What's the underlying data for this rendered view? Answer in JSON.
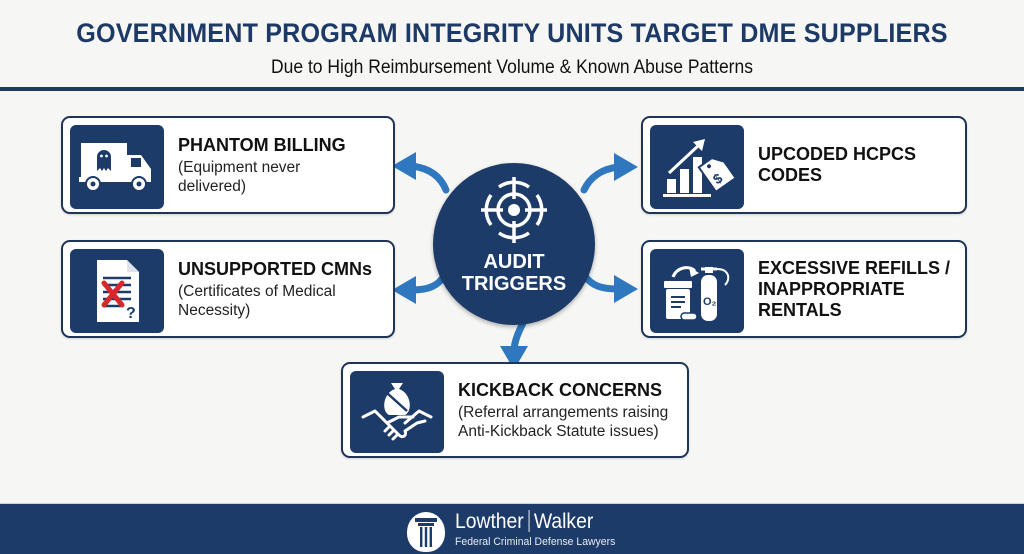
{
  "header": {
    "title": "GOVERNMENT PROGRAM INTEGRITY UNITS TARGET DME SUPPLIERS",
    "subtitle": "Due to High Reimbursement Volume & Known Abuse Patterns"
  },
  "colors": {
    "navy": "#1c3b68",
    "title_navy": "#1d3a66",
    "arrow_blue": "#2f78c0",
    "background": "#f6f6f4"
  },
  "hub": {
    "icon": "target-crosshair-icon",
    "line1": "AUDIT",
    "line2": "TRIGGERS"
  },
  "cards": [
    {
      "id": "phantom-billing",
      "icon": "ghost-delivery-truck-icon",
      "title": "PHANTOM BILLING",
      "desc1": "(Equipment never",
      "desc2": "delivered)"
    },
    {
      "id": "unsupported-cmns",
      "icon": "rejected-document-icon",
      "title": "UNSUPPORTED CMNs",
      "desc1": "(Certificates of Medical",
      "desc2": "Necessity)"
    },
    {
      "id": "upcoded-hcpcs",
      "icon": "rising-chart-price-tag-icon",
      "title1": "UPCODED HCPCS",
      "title2": "CODES"
    },
    {
      "id": "excessive-refills",
      "icon": "refill-oxygen-tank-icon",
      "title1": "EXCESSIVE REFILLS /",
      "title2": "INAPPROPRIATE",
      "title3": "RENTALS"
    },
    {
      "id": "kickback-concerns",
      "icon": "handshake-money-bag-icon",
      "title": "KICKBACK CONCERNS",
      "desc1": "(Referral arrangements raising",
      "desc2": "Anti-Kickback Statute issues)"
    }
  ],
  "footer": {
    "logo_icon": "column-pillar-icon",
    "brand_left": "Lowther",
    "brand_right": "Walker",
    "tagline": "Federal Criminal Defense Lawyers"
  }
}
